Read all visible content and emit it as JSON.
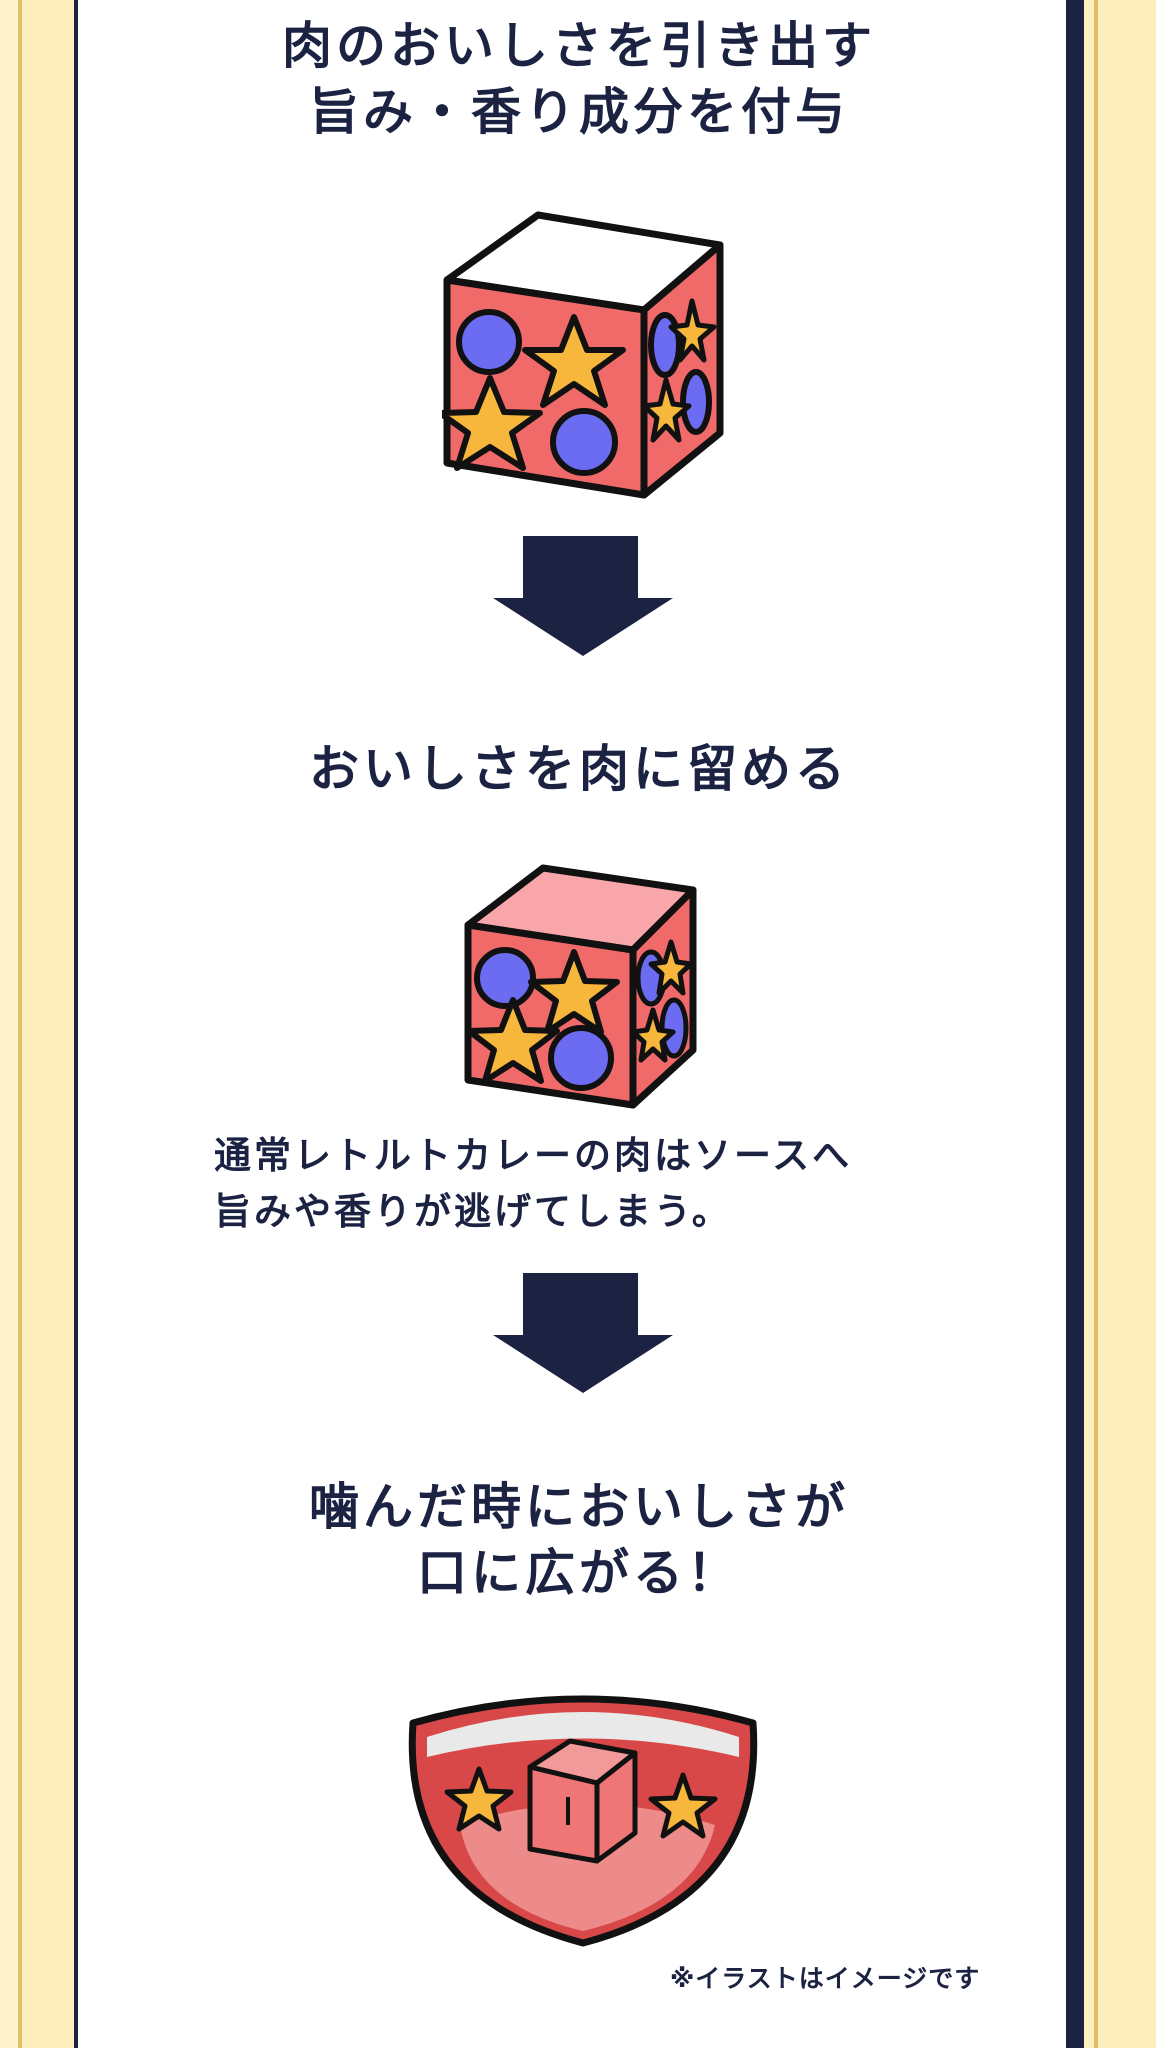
{
  "step1": {
    "title_lines": [
      "肉のおいしさを引き出す",
      "旨み・香り成分を付与"
    ]
  },
  "step2": {
    "title": "おいしさを肉に留める",
    "note_lines": [
      "通常レトルトカレーの肉はソースへ",
      "旨みや香りが逃げてしまう。"
    ]
  },
  "step3": {
    "title_lines": [
      "噛んだ時においしさが",
      "口に広がる！"
    ]
  },
  "caption": "※イラストはイメージです",
  "colors": {
    "navy": "#1b2242",
    "cream_background": "#fdf0be",
    "gold_border": "#e2be66",
    "cube_red": "#f16a6a",
    "cube_pink": "#f8a6aa",
    "bubble_blue": "#6c6cf2",
    "star_yellow": "#f6b73c",
    "bowl_red": "#d84848",
    "bowl_inner": "#e9e9e9"
  },
  "icons": {
    "cube_large": "flavor-cube-icon",
    "cube_small": "flavor-cube-small-icon",
    "down_arrow": "down-arrow-icon",
    "bowl": "curry-bowl-icon"
  }
}
